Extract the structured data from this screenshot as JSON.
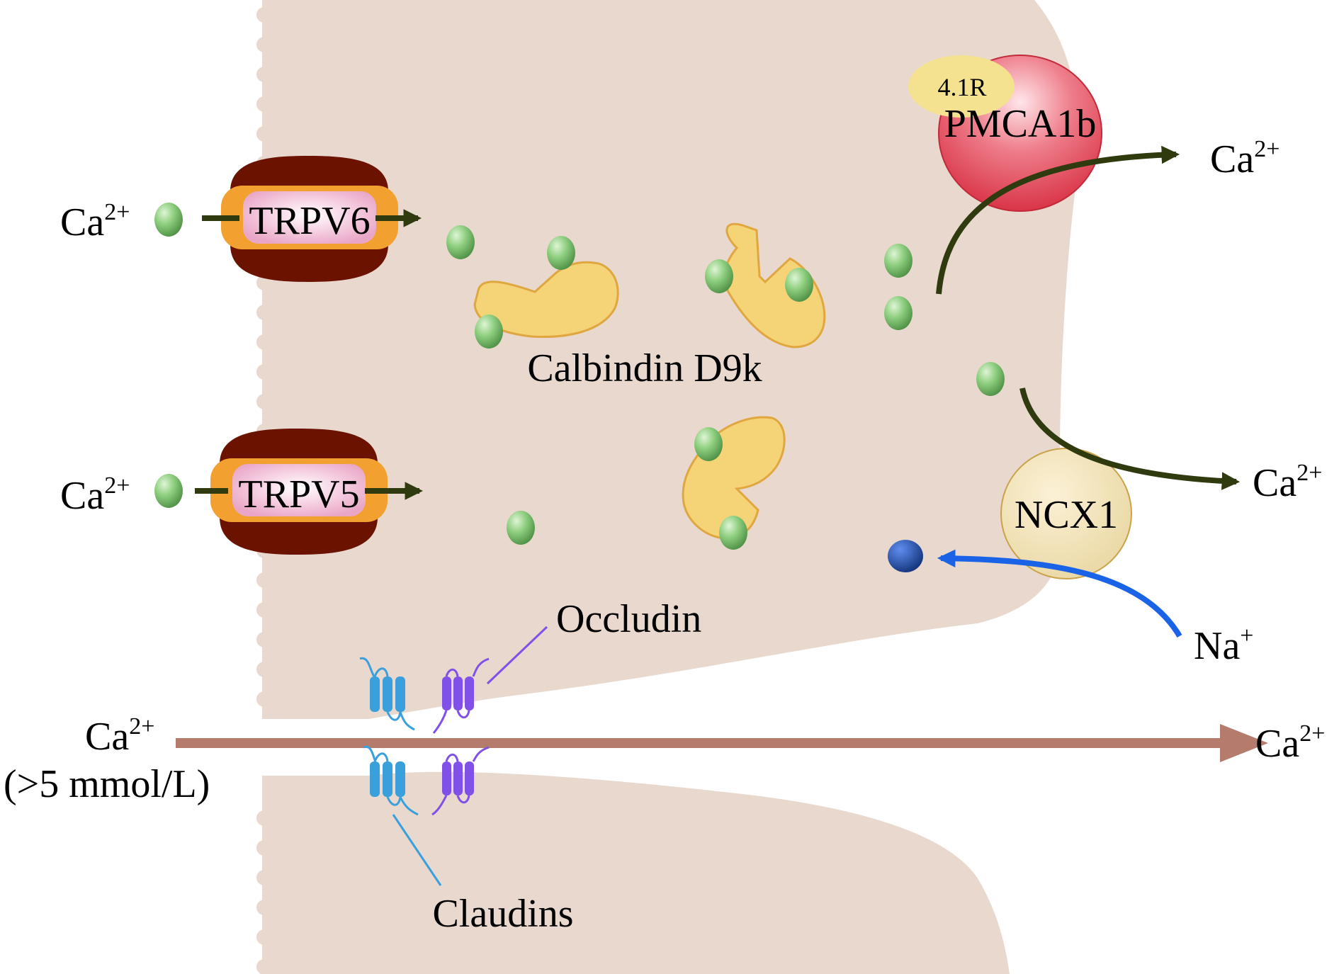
{
  "labels": {
    "ca_in_trpv6": {
      "main": "Ca",
      "sup": "2+"
    },
    "ca_in_trpv5": {
      "main": "Ca",
      "sup": "2+"
    },
    "ca_in_para": {
      "main": "Ca",
      "sup": "2+"
    },
    "ca_in_para_conc": "(>5 mmol/L)",
    "ca_out_pmca": {
      "main": "Ca",
      "sup": "2+"
    },
    "ca_out_ncx": {
      "main": "Ca",
      "sup": "2+"
    },
    "ca_out_para": {
      "main": "Ca",
      "sup": "2+"
    },
    "na_in": {
      "main": "Na",
      "sup": "+"
    },
    "trpv6": "TRPV6",
    "trpv5": "TRPV5",
    "pmca": "PMCA1b",
    "protein_41r": "4.1R",
    "ncx1": "NCX1",
    "calbindin": "Calbindin D9k",
    "occludin": "Occludin",
    "claudins": "Claudins"
  },
  "colors": {
    "cell": "#e8d8ce",
    "channel_dark": "#6b1200",
    "channel_orange": "#f2a030",
    "calcium_ion": "#86c77a",
    "sodium_ion": "#1f4fb0",
    "calbindin": "#f5d377",
    "pmca": "#e2505d",
    "protein_41r": "#f4e291",
    "ncx1": "#f2e2b4",
    "arrow_dark": "#2f3b0f",
    "arrow_blue": "#1b63e6",
    "paracellular_arrow": "#b57c6e",
    "claudin": "#3aa0dc",
    "occludin": "#8050e8"
  }
}
